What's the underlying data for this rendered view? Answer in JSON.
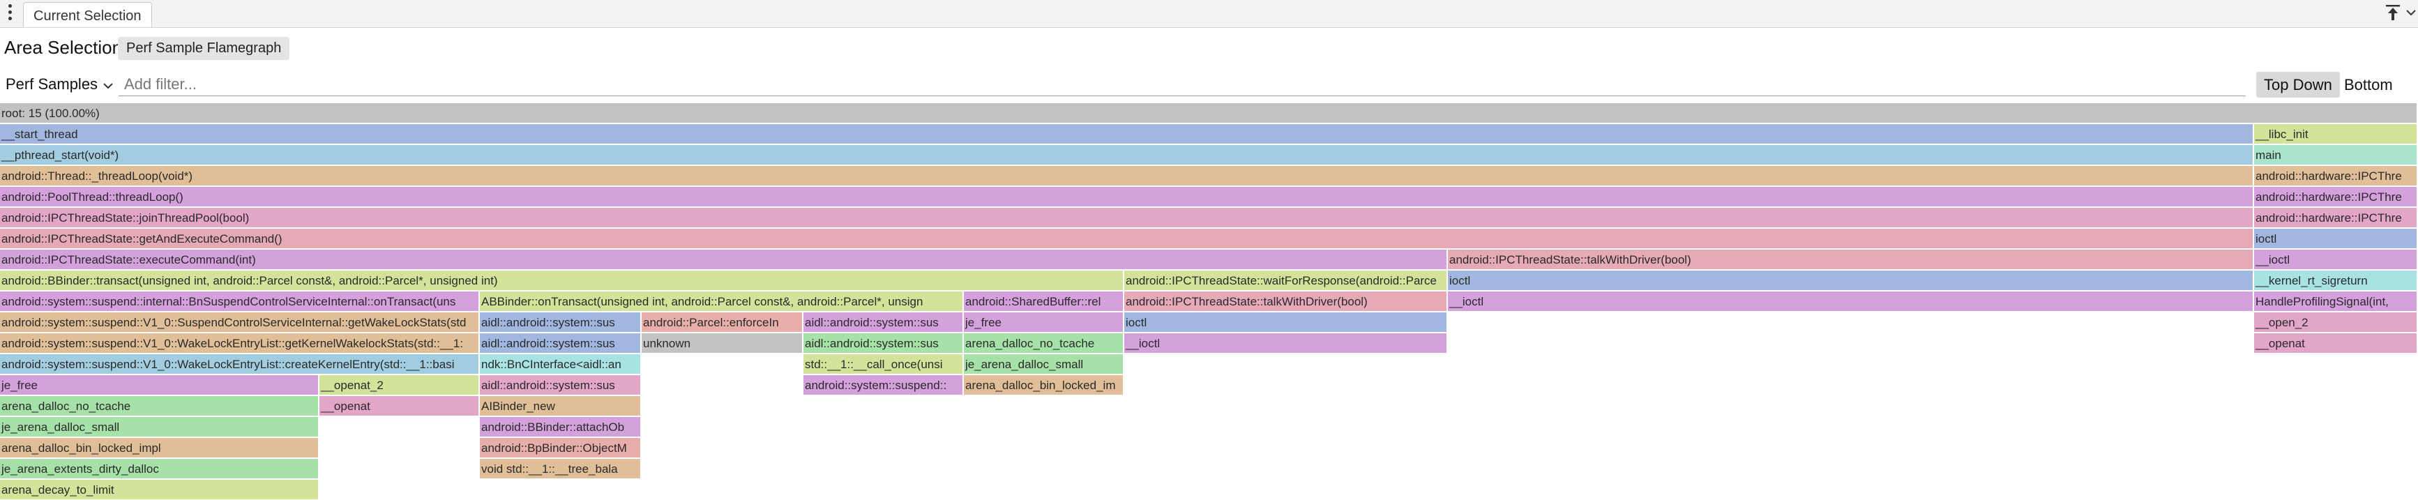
{
  "header": {
    "tab_label": "Current Selection",
    "area_title": "Area Selection",
    "chip_label": "Perf Sample Flamegraph"
  },
  "controls": {
    "mode_selected": "Perf Samples",
    "filter_placeholder": "Add filter...",
    "top_down_label": "Top Down",
    "bottom_up_label": "Bottom Up"
  },
  "icons": {
    "menu": "more-vert-icon",
    "pin": "pin-to-top-icon",
    "collapse": "chevron-down-icon",
    "dropdown": "chevron-down-icon"
  },
  "colors": {
    "blue": "#a1b7e0",
    "skyblue": "#a2cde0",
    "tan": "#e0be98",
    "violet": "#d5a1dd",
    "pink": "#e3a6c9",
    "rose": "#e5aab6",
    "lime": "#d4e39a",
    "green": "#a6e1a7",
    "mint": "#a8e3cb",
    "gray": "#c2c2c2",
    "salmon": "#e7aeaa",
    "aqua": "#a8e2e2"
  },
  "flamegraph": {
    "frames": [
      {
        "label": "root: 15 (100.00%)",
        "depth": 0,
        "start": 0,
        "span": 15,
        "color": "gray"
      },
      {
        "label": "__start_thread",
        "depth": 1,
        "start": 0,
        "span": 14,
        "color": "blue"
      },
      {
        "label": "__libc_init",
        "depth": 1,
        "start": 14,
        "span": 1,
        "color": "lime"
      },
      {
        "label": "__pthread_start(void*)",
        "depth": 2,
        "start": 0,
        "span": 14,
        "color": "skyblue"
      },
      {
        "label": "main",
        "depth": 2,
        "start": 14,
        "span": 1,
        "color": "mint"
      },
      {
        "label": "android::Thread::_threadLoop(void*)",
        "depth": 3,
        "start": 0,
        "span": 14,
        "color": "tan"
      },
      {
        "label": "android::hardware::IPCThre",
        "depth": 3,
        "start": 14,
        "span": 1,
        "color": "tan"
      },
      {
        "label": "android::PoolThread::threadLoop()",
        "depth": 4,
        "start": 0,
        "span": 14,
        "color": "violet"
      },
      {
        "label": "android::hardware::IPCThre",
        "depth": 4,
        "start": 14,
        "span": 1,
        "color": "violet"
      },
      {
        "label": "android::IPCThreadState::joinThreadPool(bool)",
        "depth": 5,
        "start": 0,
        "span": 14,
        "color": "pink"
      },
      {
        "label": "android::hardware::IPCThre",
        "depth": 5,
        "start": 14,
        "span": 1,
        "color": "pink"
      },
      {
        "label": "android::IPCThreadState::getAndExecuteCommand()",
        "depth": 6,
        "start": 0,
        "span": 14,
        "color": "rose"
      },
      {
        "label": "ioctl",
        "depth": 6,
        "start": 14,
        "span": 1,
        "color": "blue"
      },
      {
        "label": "android::IPCThreadState::executeCommand(int)",
        "depth": 7,
        "start": 0,
        "span": 9,
        "color": "violet"
      },
      {
        "label": "android::IPCThreadState::talkWithDriver(bool)",
        "depth": 7,
        "start": 9,
        "span": 5,
        "color": "rose"
      },
      {
        "label": "__ioctl",
        "depth": 7,
        "start": 14,
        "span": 1,
        "color": "violet"
      },
      {
        "label": "android::BBinder::transact(unsigned int, android::Parcel const&, android::Parcel*, unsigned int)",
        "depth": 8,
        "start": 0,
        "span": 7,
        "color": "lime"
      },
      {
        "label": "android::IPCThreadState::waitForResponse(android::Parce",
        "depth": 8,
        "start": 7,
        "span": 2,
        "color": "lime"
      },
      {
        "label": "ioctl",
        "depth": 8,
        "start": 9,
        "span": 5,
        "color": "blue"
      },
      {
        "label": "__kernel_rt_sigreturn",
        "depth": 8,
        "start": 14,
        "span": 1,
        "color": "aqua"
      },
      {
        "label": "android::system::suspend::internal::BnSuspendControlServiceInternal::onTransact(uns",
        "depth": 9,
        "start": 0,
        "span": 3,
        "color": "violet"
      },
      {
        "label": "ABBinder::onTransact(unsigned int, android::Parcel const&, android::Parcel*, unsign",
        "depth": 9,
        "start": 3,
        "span": 3,
        "color": "lime"
      },
      {
        "label": "android::SharedBuffer::rel",
        "depth": 9,
        "start": 6,
        "span": 1,
        "color": "violet"
      },
      {
        "label": "android::IPCThreadState::talkWithDriver(bool)",
        "depth": 9,
        "start": 7,
        "span": 2,
        "color": "rose"
      },
      {
        "label": "__ioctl",
        "depth": 9,
        "start": 9,
        "span": 5,
        "color": "violet"
      },
      {
        "label": "HandleProfilingSignal(int,",
        "depth": 9,
        "start": 14,
        "span": 1,
        "color": "violet"
      },
      {
        "label": "android::system::suspend::V1_0::SuspendControlServiceInternal::getWakeLockStats(std",
        "depth": 10,
        "start": 0,
        "span": 3,
        "color": "tan"
      },
      {
        "label": "aidl::android::system::sus",
        "depth": 10,
        "start": 3,
        "span": 1,
        "color": "blue"
      },
      {
        "label": "android::Parcel::enforceIn",
        "depth": 10,
        "start": 4,
        "span": 1,
        "color": "salmon"
      },
      {
        "label": "aidl::android::system::sus",
        "depth": 10,
        "start": 5,
        "span": 1,
        "color": "violet"
      },
      {
        "label": "je_free",
        "depth": 10,
        "start": 6,
        "span": 1,
        "color": "violet"
      },
      {
        "label": "ioctl",
        "depth": 10,
        "start": 7,
        "span": 2,
        "color": "blue"
      },
      {
        "label": "__open_2",
        "depth": 10,
        "start": 14,
        "span": 1,
        "color": "pink"
      },
      {
        "label": "android::system::suspend::V1_0::WakeLockEntryList::getKernelWakelockStats(std::__1:",
        "depth": 11,
        "start": 0,
        "span": 3,
        "color": "tan"
      },
      {
        "label": "aidl::android::system::sus",
        "depth": 11,
        "start": 3,
        "span": 1,
        "color": "blue"
      },
      {
        "label": "unknown",
        "depth": 11,
        "start": 4,
        "span": 1,
        "color": "gray"
      },
      {
        "label": "aidl::android::system::sus",
        "depth": 11,
        "start": 5,
        "span": 1,
        "color": "green"
      },
      {
        "label": "arena_dalloc_no_tcache",
        "depth": 11,
        "start": 6,
        "span": 1,
        "color": "green"
      },
      {
        "label": "__ioctl",
        "depth": 11,
        "start": 7,
        "span": 2,
        "color": "violet"
      },
      {
        "label": "__openat",
        "depth": 11,
        "start": 14,
        "span": 1,
        "color": "pink"
      },
      {
        "label": "android::system::suspend::V1_0::WakeLockEntryList::createKernelEntry(std::__1::basi",
        "depth": 12,
        "start": 0,
        "span": 3,
        "color": "skyblue"
      },
      {
        "label": "ndk::BnCInterface<aidl::an",
        "depth": 12,
        "start": 3,
        "span": 1,
        "color": "aqua"
      },
      {
        "label": "std::__1::__call_once(unsi",
        "depth": 12,
        "start": 5,
        "span": 1,
        "color": "lime"
      },
      {
        "label": "je_arena_dalloc_small",
        "depth": 12,
        "start": 6,
        "span": 1,
        "color": "green"
      },
      {
        "label": "je_free",
        "depth": 13,
        "start": 0,
        "span": 2,
        "color": "violet"
      },
      {
        "label": "__openat_2",
        "depth": 13,
        "start": 2,
        "span": 1,
        "color": "lime"
      },
      {
        "label": "aidl::android::system::sus",
        "depth": 13,
        "start": 3,
        "span": 1,
        "color": "pink"
      },
      {
        "label": "android::system::suspend::",
        "depth": 13,
        "start": 5,
        "span": 1,
        "color": "violet"
      },
      {
        "label": "arena_dalloc_bin_locked_im",
        "depth": 13,
        "start": 6,
        "span": 1,
        "color": "tan"
      },
      {
        "label": "arena_dalloc_no_tcache",
        "depth": 14,
        "start": 0,
        "span": 2,
        "color": "green"
      },
      {
        "label": "__openat",
        "depth": 14,
        "start": 2,
        "span": 1,
        "color": "pink"
      },
      {
        "label": "AIBinder_new",
        "depth": 14,
        "start": 3,
        "span": 1,
        "color": "tan"
      },
      {
        "label": "je_arena_dalloc_small",
        "depth": 15,
        "start": 0,
        "span": 2,
        "color": "green"
      },
      {
        "label": "android::BBinder::attachOb",
        "depth": 15,
        "start": 3,
        "span": 1,
        "color": "violet"
      },
      {
        "label": "arena_dalloc_bin_locked_impl",
        "depth": 16,
        "start": 0,
        "span": 2,
        "color": "tan"
      },
      {
        "label": "android::BpBinder::ObjectM",
        "depth": 16,
        "start": 3,
        "span": 1,
        "color": "salmon"
      },
      {
        "label": "je_arena_extents_dirty_dalloc",
        "depth": 17,
        "start": 0,
        "span": 2,
        "color": "green"
      },
      {
        "label": "void std::__1::__tree_bala",
        "depth": 17,
        "start": 3,
        "span": 1,
        "color": "tan"
      },
      {
        "label": "arena_decay_to_limit",
        "depth": 18,
        "start": 0,
        "span": 2,
        "color": "lime"
      }
    ]
  }
}
